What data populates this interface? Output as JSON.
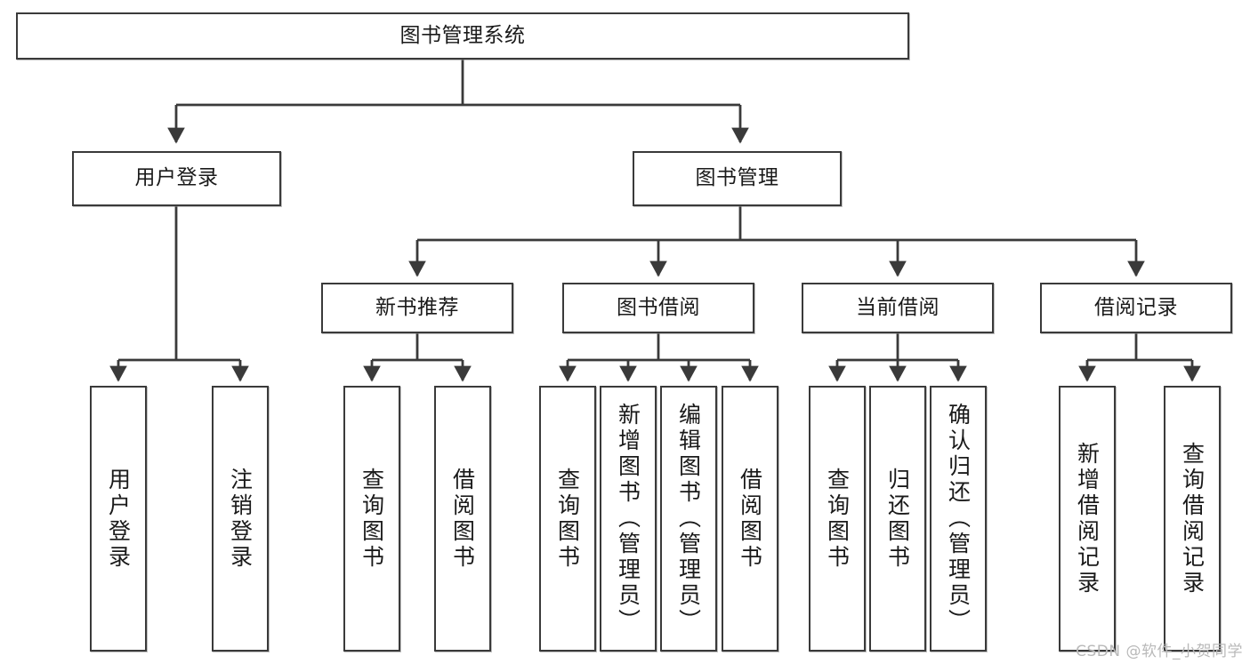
{
  "diagram": {
    "title": "图书管理系统",
    "type": "hierarchy-tree",
    "watermark": "CSDN @软件_小贺同学",
    "colors": {
      "stroke": "#3a3a3a",
      "fill": "#ffffff",
      "text": "#1a1a1a",
      "watermark": "#b9b9b9"
    },
    "levels": {
      "root": {
        "label": "图书管理系统"
      },
      "level2": [
        {
          "label": "用户登录"
        },
        {
          "label": "图书管理"
        }
      ],
      "level3": [
        {
          "label": "新书推荐"
        },
        {
          "label": "图书借阅"
        },
        {
          "label": "当前借阅"
        },
        {
          "label": "借阅记录"
        }
      ],
      "leaves": {
        "user_login": [
          {
            "label": "用户登录"
          },
          {
            "label": "注销登录"
          }
        ],
        "new_book": [
          {
            "label": "查询图书"
          },
          {
            "label": "借阅图书"
          }
        ],
        "book_borrow": [
          {
            "label": "查询图书"
          },
          {
            "label": "新增图书（管理员）"
          },
          {
            "label": "编辑图书（管理员）"
          },
          {
            "label": "借阅图书"
          }
        ],
        "current_borrow": [
          {
            "label": "查询图书"
          },
          {
            "label": "归还图书"
          },
          {
            "label": "确认归还（管理员）"
          }
        ],
        "borrow_record": [
          {
            "label": "新增借阅记录"
          },
          {
            "label": "查询借阅记录"
          }
        ]
      }
    }
  }
}
